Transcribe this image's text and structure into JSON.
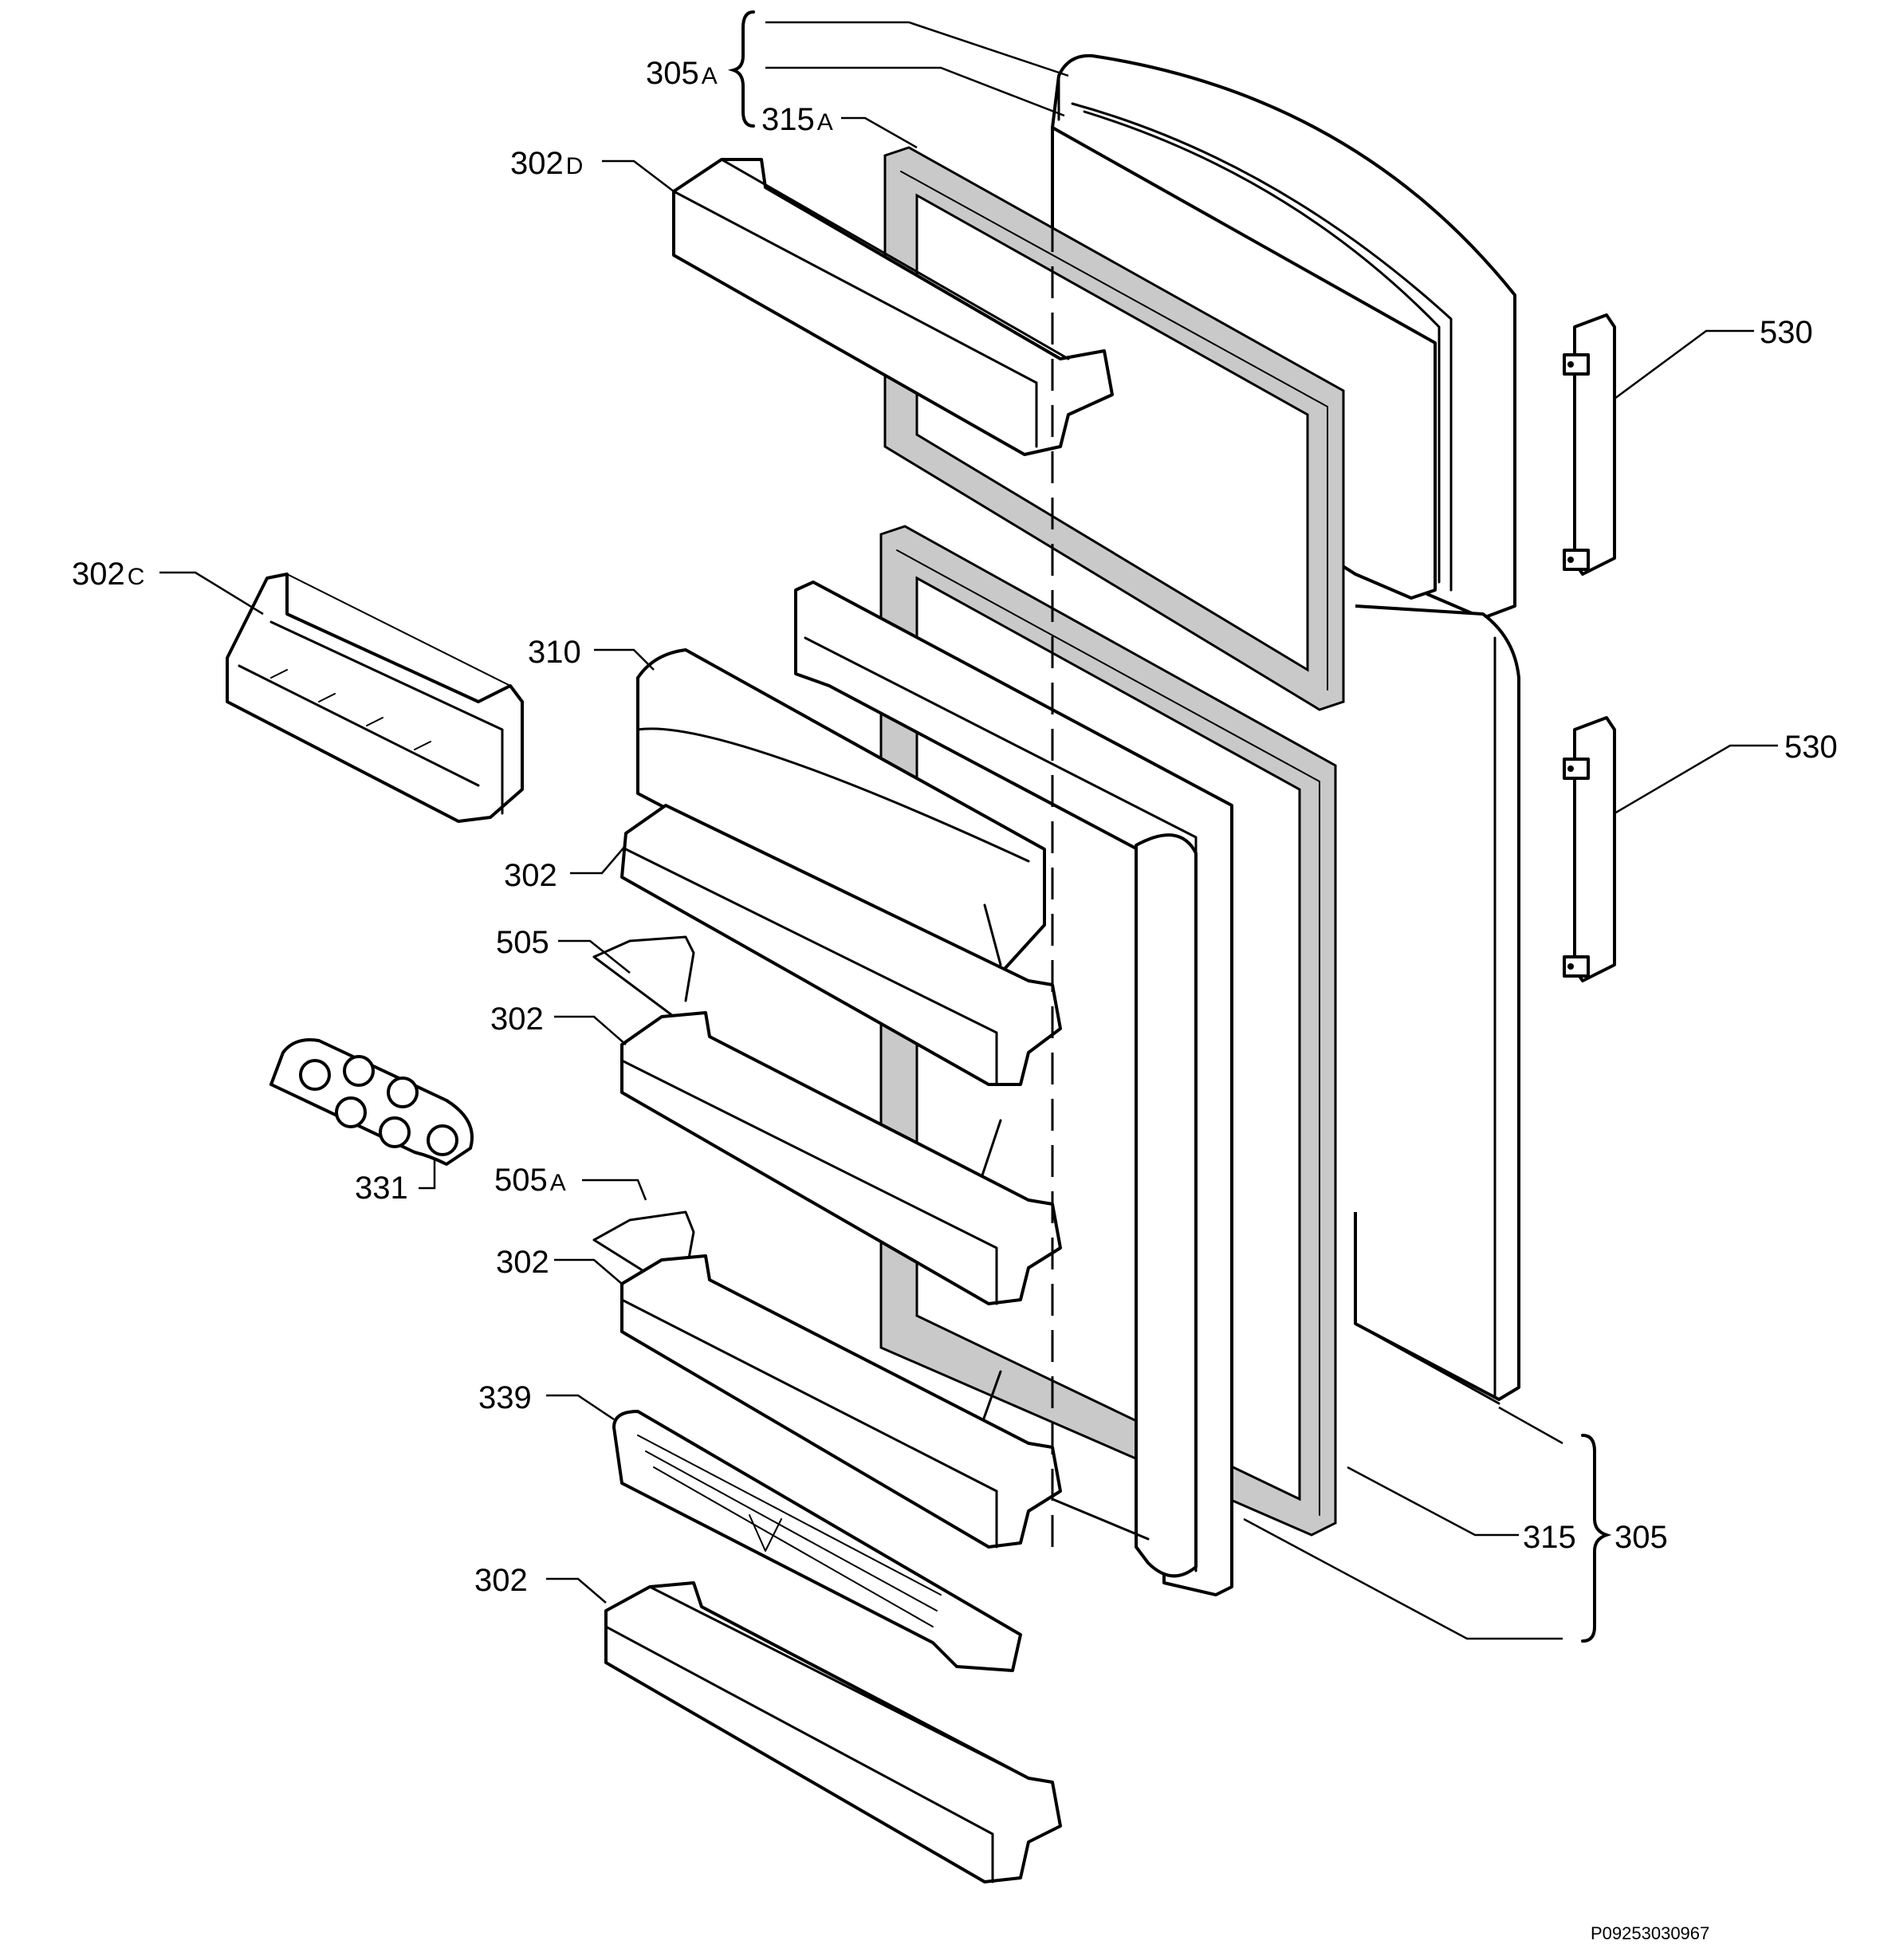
{
  "callouts": {
    "c305a": {
      "num": "305",
      "suffix": "A"
    },
    "c315a": {
      "num": "315",
      "suffix": "A"
    },
    "c302d": {
      "num": "302",
      "suffix": "D"
    },
    "c302c": {
      "num": "302",
      "suffix": "C"
    },
    "c310": {
      "num": "310",
      "suffix": ""
    },
    "c302_1": {
      "num": "302",
      "suffix": ""
    },
    "c505": {
      "num": "505",
      "suffix": ""
    },
    "c302_2": {
      "num": "302",
      "suffix": ""
    },
    "c331": {
      "num": "331",
      "suffix": ""
    },
    "c505a": {
      "num": "505",
      "suffix": "A"
    },
    "c302_3": {
      "num": "302",
      "suffix": ""
    },
    "c339": {
      "num": "339",
      "suffix": ""
    },
    "c302_4": {
      "num": "302",
      "suffix": ""
    },
    "c530_1": {
      "num": "530",
      "suffix": ""
    },
    "c530_2": {
      "num": "530",
      "suffix": ""
    },
    "c315": {
      "num": "315",
      "suffix": ""
    },
    "c305": {
      "num": "305",
      "suffix": ""
    }
  },
  "drawing_code": "P09253030967"
}
